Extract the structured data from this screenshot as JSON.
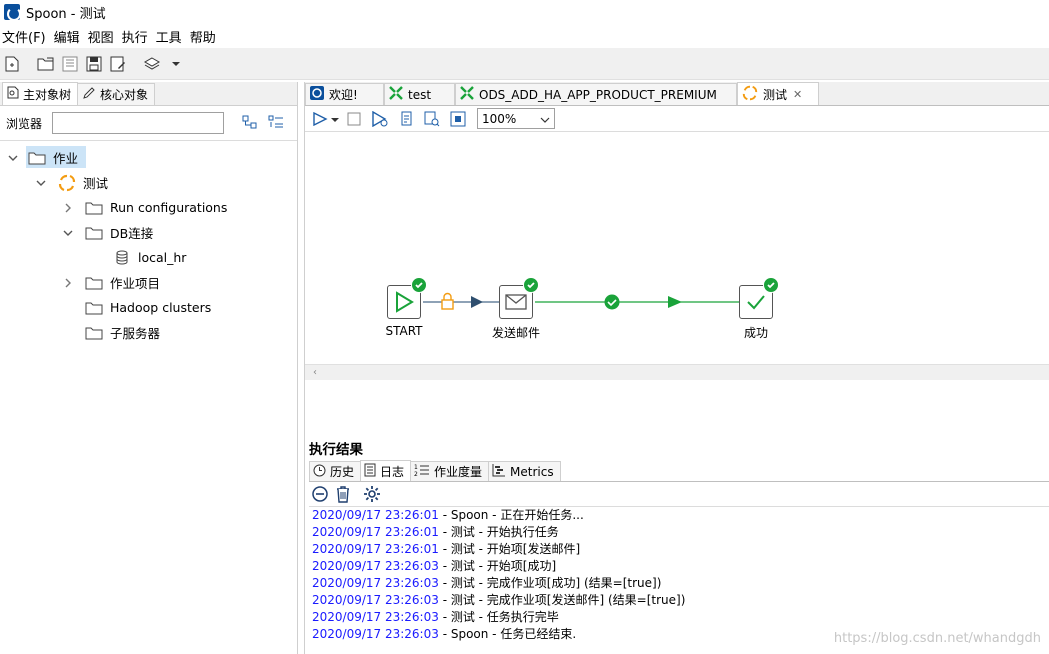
{
  "window": {
    "title": "Spoon - 测试"
  },
  "menu": [
    "文件(F)",
    "编辑",
    "视图",
    "执行",
    "工具",
    "帮助"
  ],
  "left_tabs": [
    {
      "label": "主对象树",
      "active": true
    },
    {
      "label": "核心对象",
      "active": false
    }
  ],
  "browser": {
    "label": "浏览器",
    "value": ""
  },
  "tree": [
    {
      "label": "作业",
      "level": 0,
      "expanded": true,
      "icon": "folder-icon",
      "selected": true
    },
    {
      "label": "测试",
      "level": 1,
      "expanded": true,
      "icon": "job-icon"
    },
    {
      "label": "Run configurations",
      "level": 2,
      "expanded": false,
      "icon": "folder-icon"
    },
    {
      "label": "DB连接",
      "level": 2,
      "expanded": true,
      "icon": "folder-icon"
    },
    {
      "label": "local_hr",
      "level": 3,
      "icon": "database-icon"
    },
    {
      "label": "作业项目",
      "level": 2,
      "expanded": false,
      "icon": "folder-icon"
    },
    {
      "label": "Hadoop clusters",
      "level": 2,
      "icon": "folder-icon"
    },
    {
      "label": "子服务器",
      "level": 2,
      "icon": "folder-icon"
    }
  ],
  "editor_tabs": [
    {
      "label": "欢迎!",
      "icon": "spoon-icon"
    },
    {
      "label": "test",
      "icon": "transformation-icon"
    },
    {
      "label": "ODS_ADD_HA_APP_PRODUCT_PREMIUM",
      "icon": "transformation-icon"
    },
    {
      "label": "测试",
      "icon": "job-icon",
      "active": true
    }
  ],
  "zoom": "100%",
  "nodes": {
    "start": "START",
    "mail": "发送邮件",
    "success": "成功"
  },
  "results": {
    "title": "执行结果",
    "tabs": [
      "历史",
      "日志",
      "作业度量",
      "Metrics"
    ],
    "log": [
      {
        "ts": "2020/09/17 23:26:01",
        "msg": " - Spoon - 正在开始任务..."
      },
      {
        "ts": "2020/09/17 23:26:01",
        "msg": " - 测试 - 开始执行任务"
      },
      {
        "ts": "2020/09/17 23:26:01",
        "msg": " - 测试 - 开始项[发送邮件]"
      },
      {
        "ts": "2020/09/17 23:26:03",
        "msg": " - 测试 - 开始项[成功]"
      },
      {
        "ts": "2020/09/17 23:26:03",
        "msg": " - 测试 - 完成作业项[成功] (结果=[true])"
      },
      {
        "ts": "2020/09/17 23:26:03",
        "msg": " - 测试 - 完成作业项[发送邮件] (结果=[true])"
      },
      {
        "ts": "2020/09/17 23:26:03",
        "msg": " - 测试 - 任务执行完毕"
      },
      {
        "ts": "2020/09/17 23:26:03",
        "msg": " - Spoon - 任务已经结束."
      }
    ]
  },
  "watermark": "https://blog.csdn.net/whandgdh",
  "colors": {
    "accent_green": "#1aa33a",
    "timestamp_blue": "#1a1aff",
    "selection": "#cce4f7",
    "job_orange": "#f39c12"
  }
}
